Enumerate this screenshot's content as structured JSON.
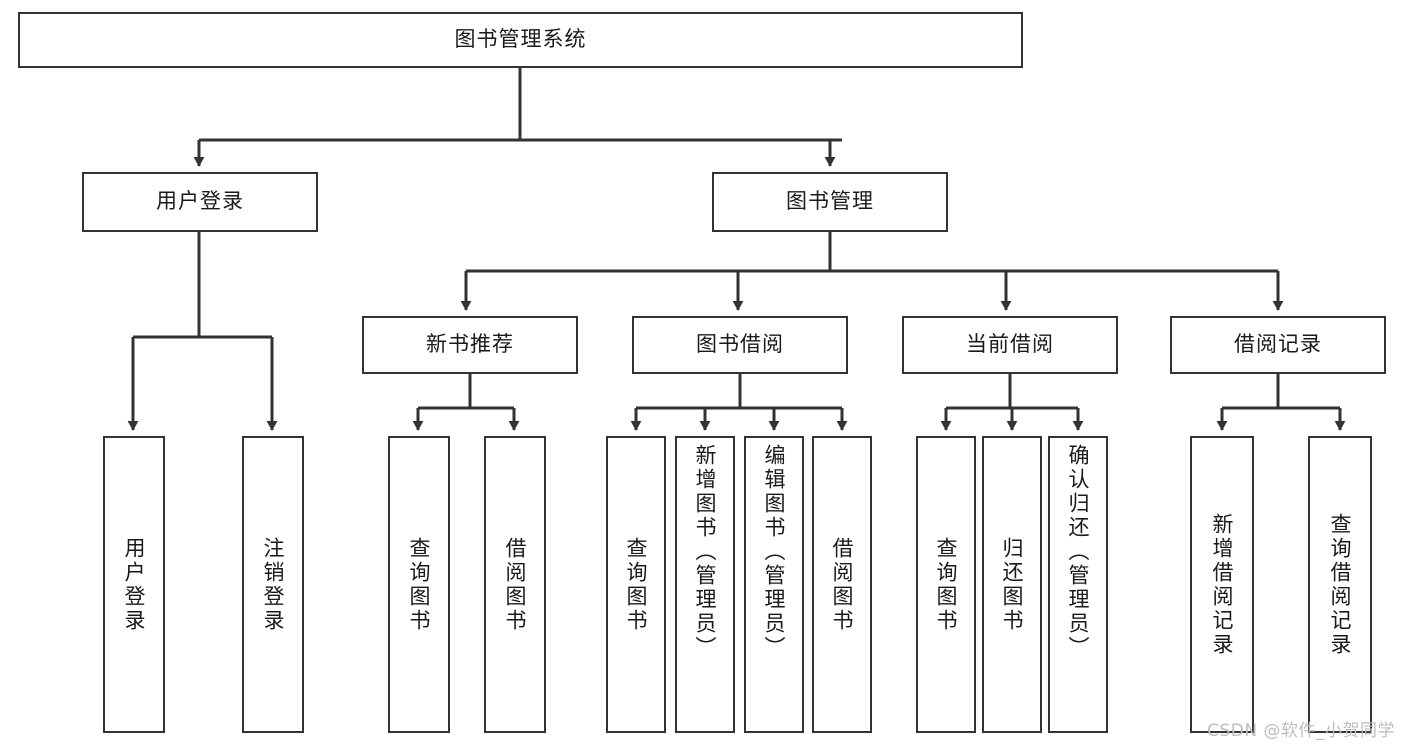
{
  "diagram": {
    "type": "tree",
    "title": "图书管理系统",
    "stroke_color": "#333333",
    "text_color": "#1a1a1a",
    "background_color": "#ffffff",
    "root": {
      "id": "root",
      "label": "图书管理系统",
      "orientation": "horizontal"
    },
    "level2": [
      {
        "id": "user-login",
        "label": "用户登录",
        "orientation": "horizontal"
      },
      {
        "id": "book-manage",
        "label": "图书管理",
        "orientation": "horizontal"
      }
    ],
    "level3": [
      {
        "id": "new-book-recommend",
        "label": "新书推荐",
        "orientation": "horizontal",
        "parent": "book-manage"
      },
      {
        "id": "book-borrow",
        "label": "图书借阅",
        "orientation": "horizontal",
        "parent": "book-manage"
      },
      {
        "id": "current-borrow",
        "label": "当前借阅",
        "orientation": "horizontal",
        "parent": "book-manage"
      },
      {
        "id": "borrow-record",
        "label": "借阅记录",
        "orientation": "horizontal",
        "parent": "book-manage"
      }
    ],
    "leaves": [
      {
        "id": "leaf-user-login",
        "label": "用户登录",
        "parent": "user-login",
        "orientation": "vertical"
      },
      {
        "id": "leaf-user-logout",
        "label": "注销登录",
        "parent": "user-login",
        "orientation": "vertical"
      },
      {
        "id": "leaf-query-book-1",
        "label": "查询图书",
        "parent": "new-book-recommend",
        "orientation": "vertical"
      },
      {
        "id": "leaf-borrow-book-1",
        "label": "借阅图书",
        "parent": "new-book-recommend",
        "orientation": "vertical"
      },
      {
        "id": "leaf-query-book-2",
        "label": "查询图书",
        "parent": "book-borrow",
        "orientation": "vertical"
      },
      {
        "id": "leaf-add-book",
        "label": "新增图书（管理员）",
        "parent": "book-borrow",
        "orientation": "vertical"
      },
      {
        "id": "leaf-edit-book",
        "label": "编辑图书（管理员）",
        "parent": "book-borrow",
        "orientation": "vertical"
      },
      {
        "id": "leaf-borrow-book-2",
        "label": "借阅图书",
        "parent": "book-borrow",
        "orientation": "vertical"
      },
      {
        "id": "leaf-query-book-3",
        "label": "查询图书",
        "parent": "current-borrow",
        "orientation": "vertical"
      },
      {
        "id": "leaf-return-book",
        "label": "归还图书",
        "parent": "current-borrow",
        "orientation": "vertical"
      },
      {
        "id": "leaf-confirm-return",
        "label": "确认归还（管理员）",
        "parent": "current-borrow",
        "orientation": "vertical"
      },
      {
        "id": "leaf-add-record",
        "label": "新增借阅记录",
        "parent": "borrow-record",
        "orientation": "vertical"
      },
      {
        "id": "leaf-query-record",
        "label": "查询借阅记录",
        "parent": "borrow-record",
        "orientation": "vertical"
      }
    ]
  },
  "watermark": {
    "text": "CSDN @软件_小贺同学"
  }
}
